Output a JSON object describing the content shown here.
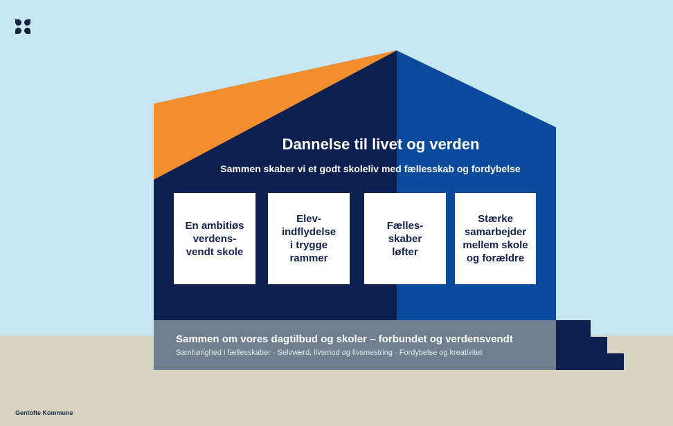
{
  "colors": {
    "sky": "#c7e6f2",
    "ground": "#d8d4c2",
    "roof_left": "#0d2050",
    "roof_right": "#0b4b9e",
    "roof_accent": "#f28e2e",
    "foundation": "#6f7f8f"
  },
  "logo": {
    "icon": "clover-logo-icon"
  },
  "house": {
    "title": "Dannelse til livet og verden",
    "subtitle": "Sammen skaber vi et godt skoleliv med fællesskab og fordybelse",
    "pillars": [
      "En ambitiøs\nverdens-\nvendt skole",
      "Elev-\nindflydelse\ni trygge\nrammer",
      "Fælles-\nskaber\nløfter",
      "Stærke\nsamarbejder\nmellem skole\nog forældre"
    ]
  },
  "foundation": {
    "title": "Sammen om vores dagtilbud og skoler – forbundet og verdensvendt",
    "subtitle": "Samhørighed i fællesskaber · Selvværd, livsmod og livsmestring · Fordybelse og kreativitet"
  },
  "footer": "Gentofte Kommune"
}
